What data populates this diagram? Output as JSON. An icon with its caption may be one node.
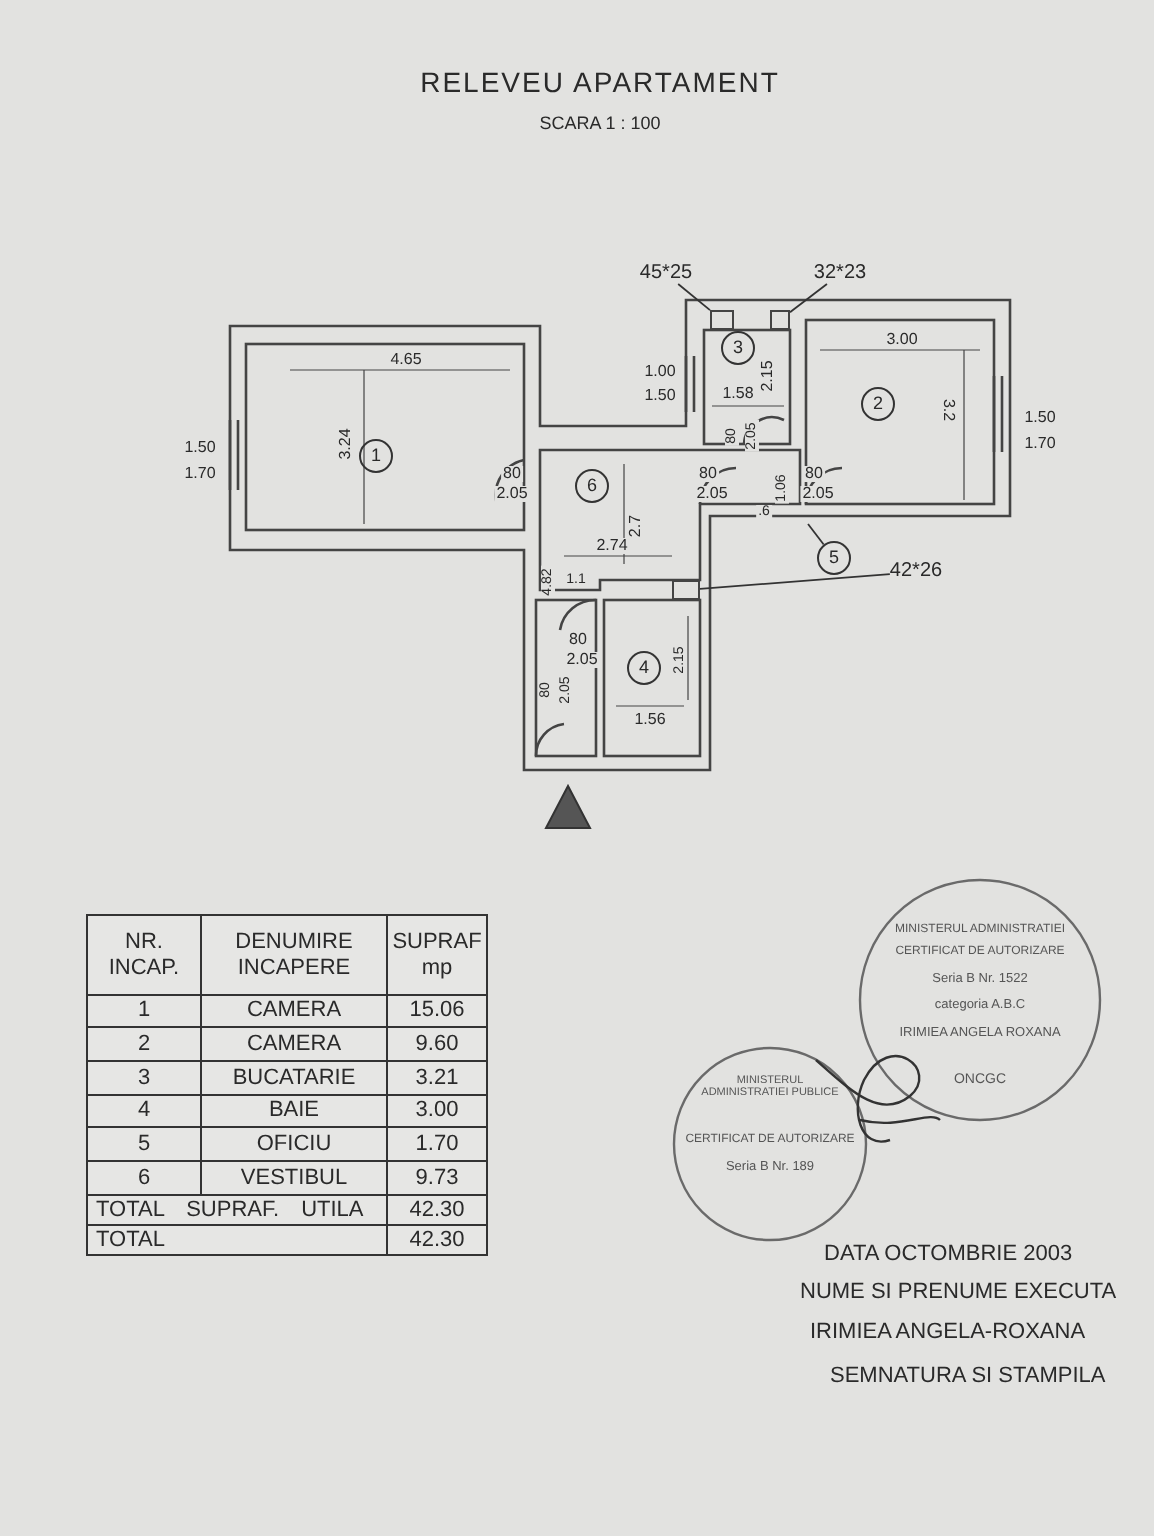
{
  "diagram": {
    "title": "RELEVEU APARTAMENT",
    "nodes": [
      {
        "text": [
          "45*25"
        ]
      },
      {
        "text": [
          "32*23"
        ]
      },
      {
        "text": [
          "42*26"
        ]
      },
      {
        "text": [
          "1"
        ]
      },
      {
        "text": [
          "3"
        ]
      },
      {
        "text": [
          "2"
        ]
      },
      {
        "text": [
          "6"
        ]
      },
      {
        "text": [
          "5"
        ]
      },
      {
        "text": [
          "4"
        ]
      },
      {
        "text": [],
        "shape": "box"
      },
      {
        "text": [],
        "shape": "box"
      },
      {
        "text": [],
        "shape": "box"
      }
    ],
    "edges": [
      {
        "from": 0,
        "to": 9,
        "arrow": "none"
      },
      {
        "from": 1,
        "to": 10,
        "arrow": "none"
      },
      {
        "from": 2,
        "to": 11,
        "arrow": "none"
      },
      {
        "from": 7,
        "to": null,
        "arrow": "none"
      }
    ],
    "labels": [
      "SCARA 1 : 100",
      "4.65",
      "3.24",
      "1.50",
      "1.70",
      "1.00",
      "1.50",
      "1.58",
      "2.15",
      "3.00",
      "3.2",
      "1.50",
      "1.70",
      "80",
      "2.05",
      "80",
      "2.05",
      "80",
      "2.05",
      "80",
      "2.05",
      "2.7",
      "1.06",
      ".6",
      "2.74",
      "4.82",
      "1.1",
      "80",
      "2.05",
      "2.15",
      "1.56",
      "80",
      "2.05",
      "NR. INCAP.",
      "DENUMIRE INCAPERE",
      "SUPRAF mp",
      "1",
      "CAMERA",
      "15.06",
      "2",
      "CAMERA",
      "9.60",
      "3",
      "BUCATARIE",
      "3.21",
      "4",
      "BAIE",
      "3.00",
      "5",
      "OFICIU",
      "1.70",
      "6",
      "VESTIBUL",
      "9.73",
      "TOTAL SUPRAF. UTILA",
      "42.30",
      "TOTAL",
      "42.30",
      "MINISTERUL ADMINISTRATIEI",
      "CERTIFICAT DE AUTORIZARE",
      "Seria B Nr. 1522",
      "categoria A.B.C",
      "IRIMIEA ANGELA ROXANA",
      "ONCGC",
      "MINISTERUL ADMINISTRATIEI PUBLICE",
      "CERTIFICAT DE AUTORIZARE",
      "Seria B Nr. 189",
      "DATA OCTOMBRIE 2003",
      "NUME SI PRENUME EXECUTA",
      "IRIMIEA ANGELA-ROXANA",
      "SEMNATURA SI STAMPILA"
    ]
  }
}
